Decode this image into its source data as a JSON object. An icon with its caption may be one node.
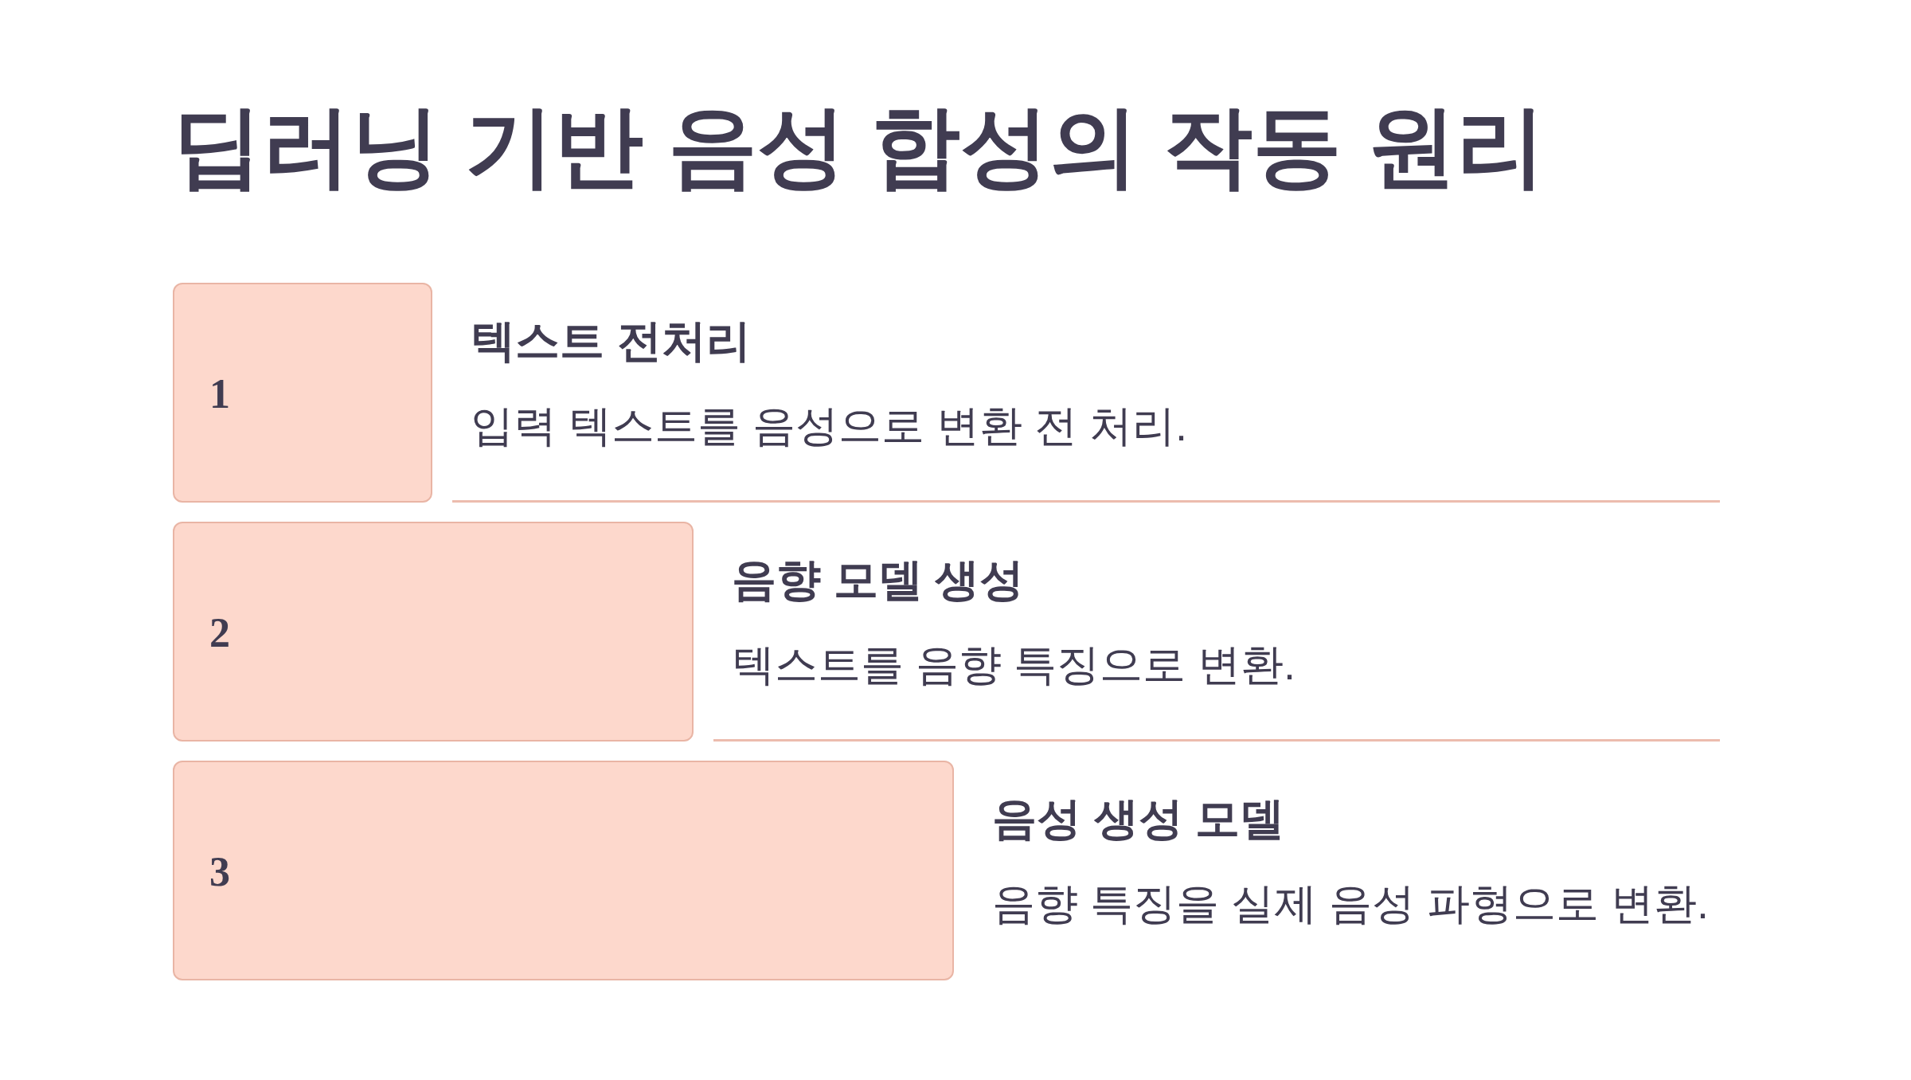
{
  "diagram": {
    "title": "딥러닝 기반 음성 합성의 작동 원리",
    "nodes": [
      {
        "text": [
          "1"
        ],
        "beside": [
          "텍스트 전처리",
          "입력 텍스트를 음성으로 변환 전 처리."
        ]
      },
      {
        "text": [
          "2"
        ],
        "beside": [
          "음향 모델 생성",
          "텍스트를 음향 특징으로 변환."
        ]
      },
      {
        "text": [
          "3"
        ],
        "beside": [
          "음성 생성 모델",
          "음향 특징을 실제 음성 파형으로 변환."
        ]
      }
    ]
  }
}
